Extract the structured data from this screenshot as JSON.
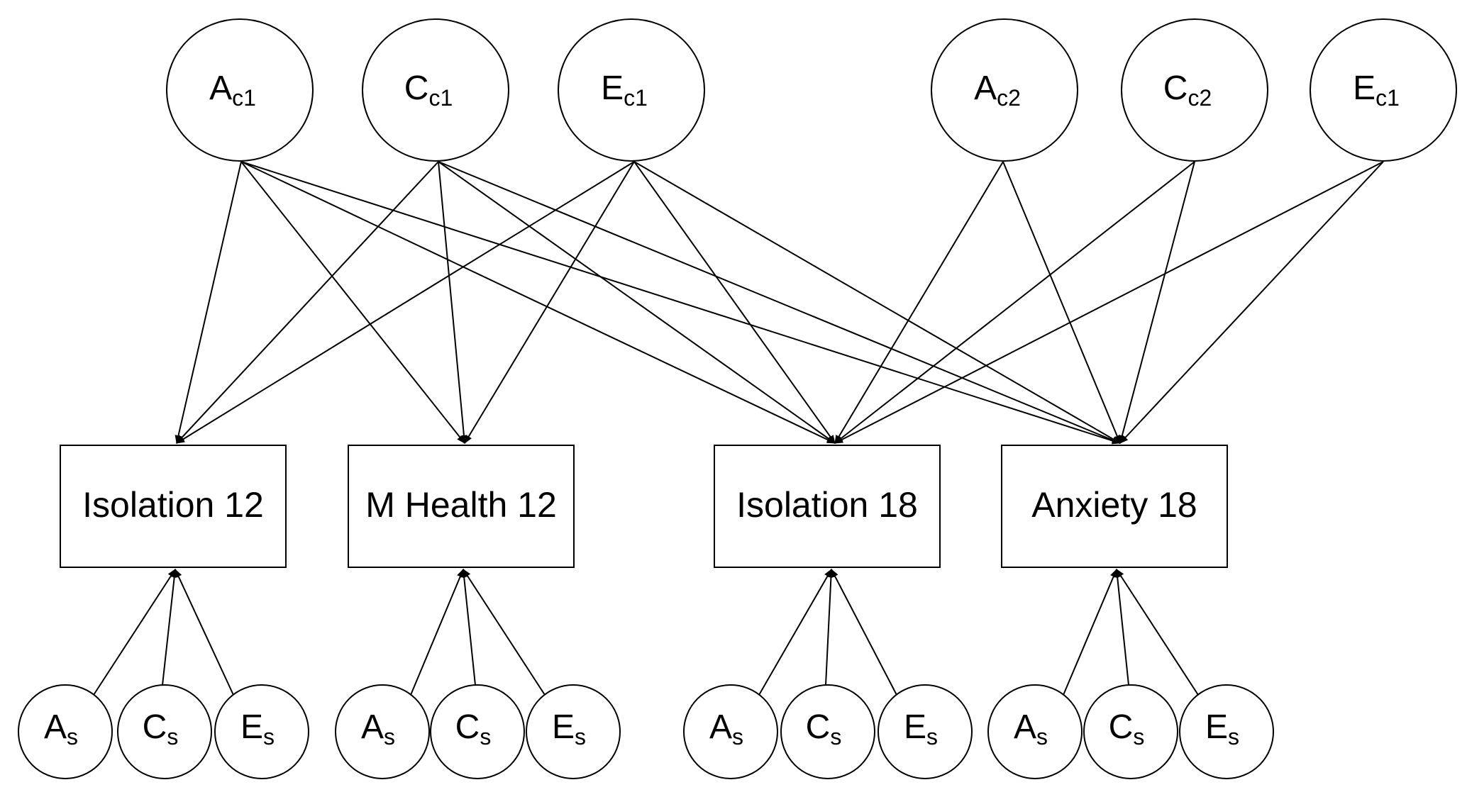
{
  "top_factors": [
    {
      "base": "A",
      "sub": "c1"
    },
    {
      "base": "C",
      "sub": "c1"
    },
    {
      "base": "E",
      "sub": "c1"
    },
    {
      "base": "A",
      "sub": "c2"
    },
    {
      "base": "C",
      "sub": "c2"
    },
    {
      "base": "E",
      "sub": "c1"
    }
  ],
  "measures": [
    {
      "label": "Isolation 12"
    },
    {
      "label": "M Health 12"
    },
    {
      "label": "Isolation 18"
    },
    {
      "label": "Anxiety 18"
    }
  ],
  "specific_factors": [
    [
      {
        "base": "A",
        "sub": "s"
      },
      {
        "base": "C",
        "sub": "s"
      },
      {
        "base": "E",
        "sub": "s"
      }
    ],
    [
      {
        "base": "A",
        "sub": "s"
      },
      {
        "base": "C",
        "sub": "s"
      },
      {
        "base": "E",
        "sub": "s"
      }
    ],
    [
      {
        "base": "A",
        "sub": "s"
      },
      {
        "base": "C",
        "sub": "s"
      },
      {
        "base": "E",
        "sub": "s"
      }
    ],
    [
      {
        "base": "A",
        "sub": "s"
      },
      {
        "base": "C",
        "sub": "s"
      },
      {
        "base": "E",
        "sub": "s"
      }
    ]
  ],
  "paths": {
    "top_to_measure": [
      [
        0,
        0
      ],
      [
        0,
        1
      ],
      [
        0,
        2
      ],
      [
        0,
        3
      ],
      [
        1,
        0
      ],
      [
        1,
        1
      ],
      [
        1,
        2
      ],
      [
        1,
        3
      ],
      [
        2,
        0
      ],
      [
        2,
        1
      ],
      [
        2,
        2
      ],
      [
        2,
        3
      ],
      [
        3,
        2
      ],
      [
        3,
        3
      ],
      [
        4,
        2
      ],
      [
        4,
        3
      ],
      [
        5,
        2
      ],
      [
        5,
        3
      ]
    ]
  },
  "colors": {
    "stroke": "#000000",
    "fill": "#ffffff"
  }
}
